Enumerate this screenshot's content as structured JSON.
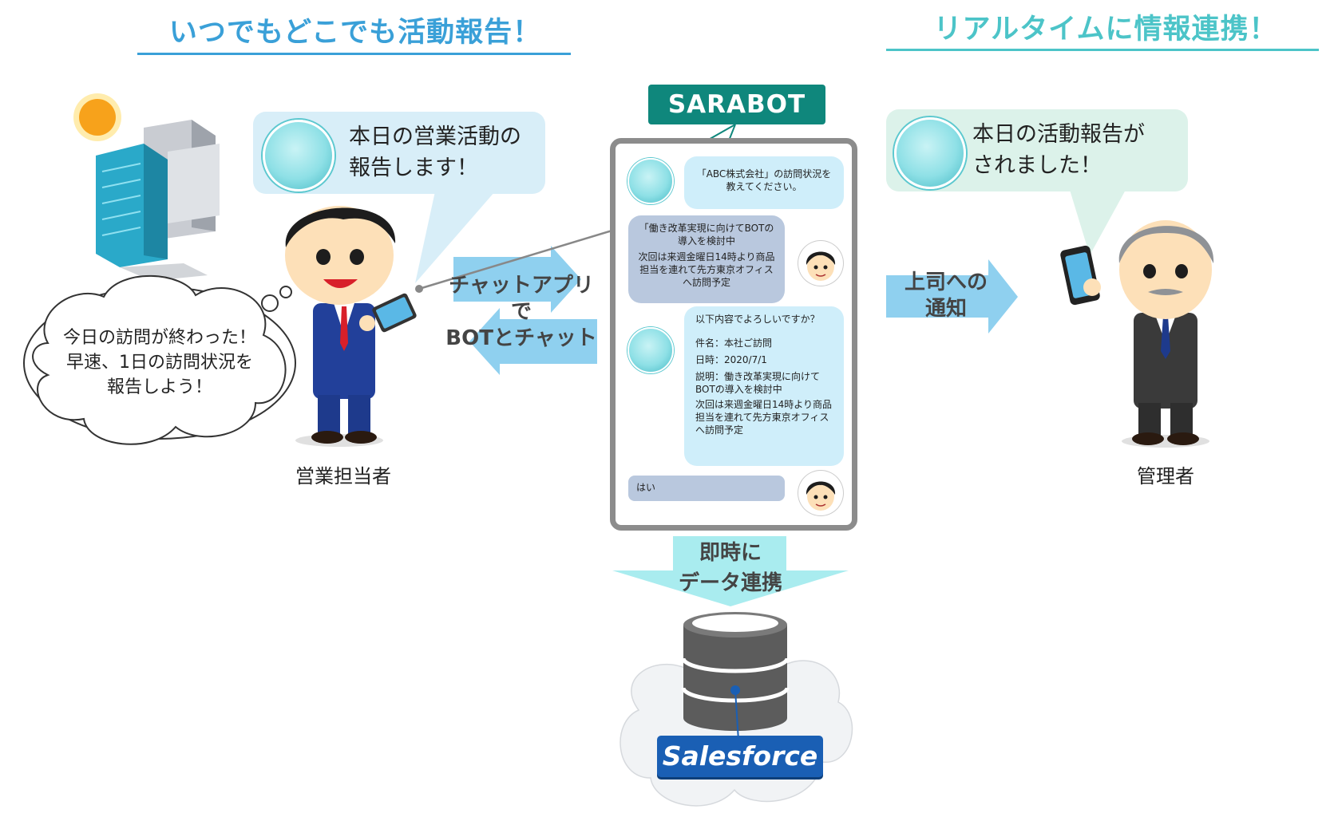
{
  "headings": {
    "left": "いつでもどこでも活動報告！",
    "right": "リアルタイムに情報連携！"
  },
  "speech": {
    "left_line1": "本日の営業活動の",
    "left_line2": "報告します！",
    "right_line1": "本日の活動報告が",
    "right_line2": "されました！"
  },
  "thought": {
    "line1": "今日の訪問が終わった！",
    "line2": "早速、1日の訪問状況を",
    "line3": "報告しよう！"
  },
  "arrows": {
    "chat_line1": "チャットアプリ",
    "chat_line2": "で",
    "chat_line3": "BOTとチャット",
    "notify_line1": "上司への",
    "notify_line2": "通知",
    "data_line1": "即時に",
    "data_line2": "データ連携"
  },
  "badge": {
    "sarabot": "SARABOT",
    "salesforce": "Salesforce"
  },
  "people": {
    "sales": "営業担当者",
    "manager": "管理者"
  },
  "chat": {
    "msg1": "「ABC株式会社」の訪問状況を教えてください。",
    "msg2_line1": "「働き改革実現に向けてBOTの導入を検討中",
    "msg2_line2": "次回は来週金曜日14時より商品担当を連れて先方東京オフィスへ訪問予定",
    "msg3_intro": "以下内容でよろしいですか？",
    "msg3_subject": "件名：本社ご訪問",
    "msg3_date": "日時：2020/7/1",
    "msg3_desc": "説明：働き改革実現に向けてBOTの導入を検討中",
    "msg3_next": "次回は来週金曜日14時より商品担当を連れて先方東京オフィスへ訪問予定",
    "msg4": "はい"
  },
  "colors": {
    "heading_left": "#3aa0d8",
    "heading_right": "#4cc4c8",
    "sarabot": "#0f877c",
    "salesforce": "#1a5fb4",
    "arrow": "#7cc4e8"
  }
}
